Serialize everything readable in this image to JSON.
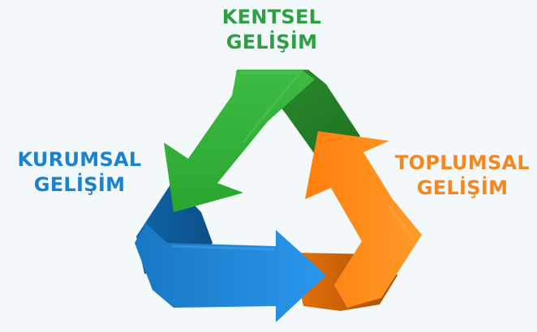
{
  "labels": {
    "top": {
      "line1": "KENTSEL",
      "line2": "GELİŞİM",
      "color": "#2ea043"
    },
    "left": {
      "line1": "KURUMSAL",
      "line2": "GELİŞİM",
      "color": "#1b82d0"
    },
    "right": {
      "line1": "TOPLUMSAL",
      "line2": "GELİŞİM",
      "color": "#f6861f"
    }
  },
  "arrows": [
    {
      "name": "green",
      "color": "#34b13a"
    },
    {
      "name": "orange",
      "color": "#ff8a12"
    },
    {
      "name": "blue",
      "color": "#1a87de"
    }
  ],
  "icons": [
    "recycle-cycle-icon"
  ]
}
